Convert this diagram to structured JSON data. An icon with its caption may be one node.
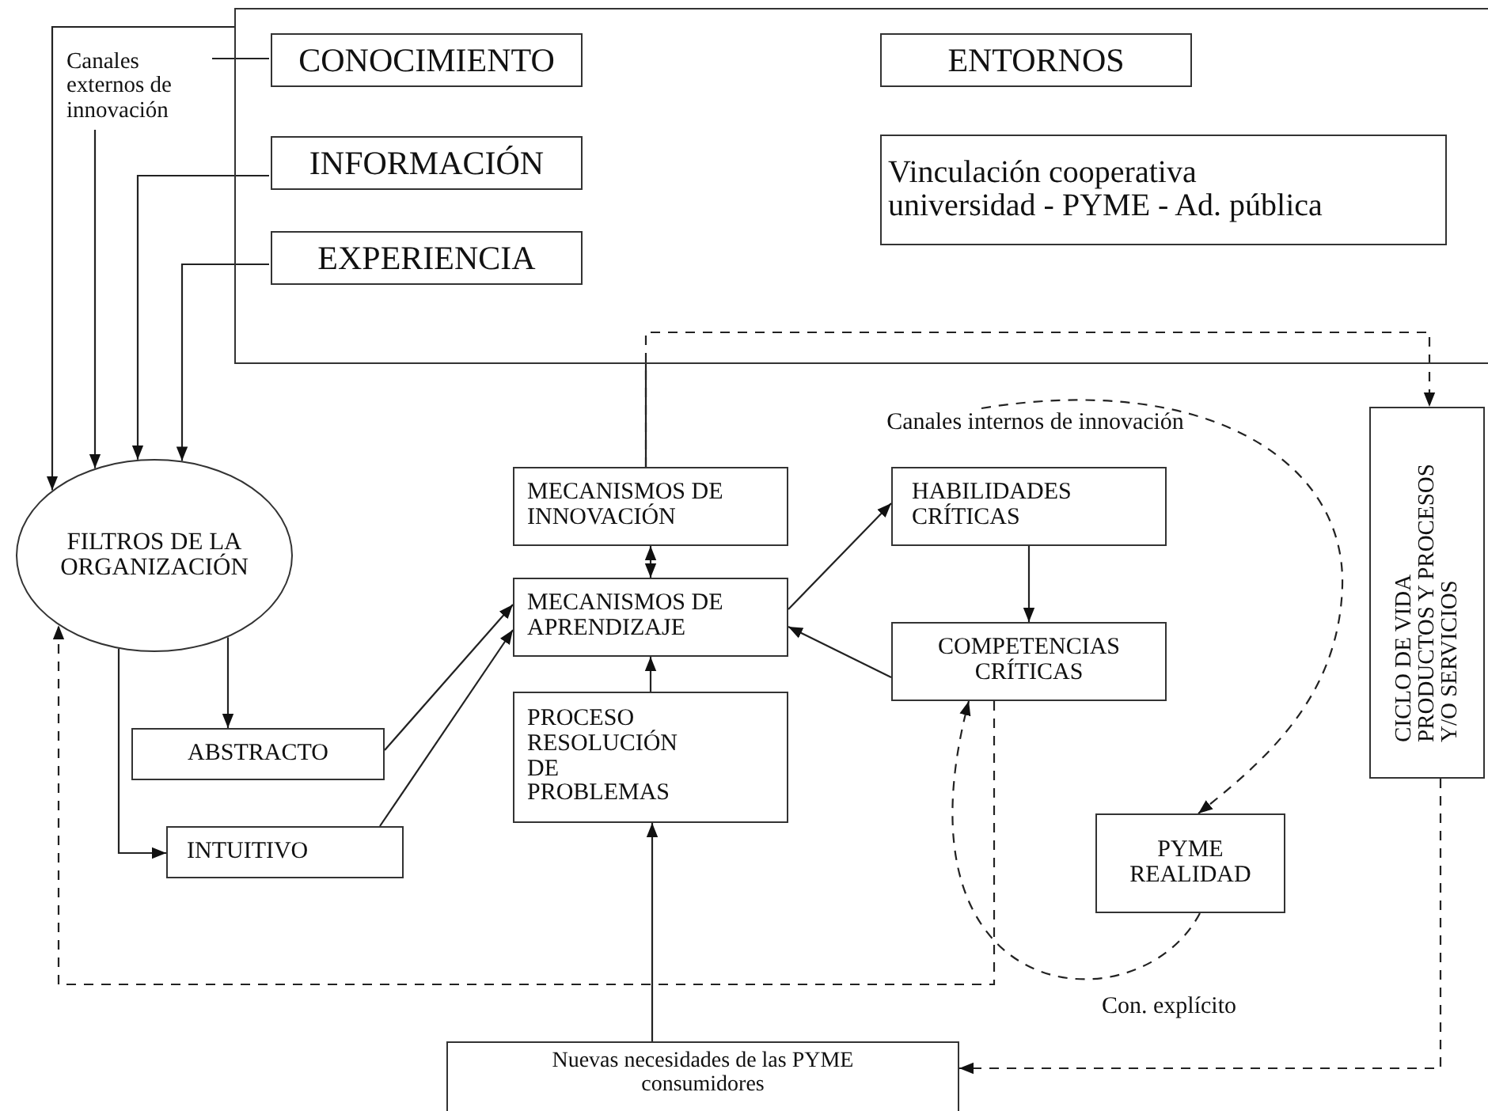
{
  "diagram": {
    "nodes": [
      {
        "text": [],
        "shape": "box"
      },
      {
        "text": [
          "CONOCIMIENTO"
        ],
        "in": 0
      },
      {
        "text": [
          "INFORMACIÓN"
        ],
        "in": 0
      },
      {
        "text": [
          "EXPERIENCIA"
        ],
        "in": 0
      },
      {
        "text": [
          "ENTORNOS"
        ],
        "in": 0
      },
      {
        "text": [
          "Vinculación cooperativa universidad - PYME - Ad. pública"
        ],
        "in": 0
      },
      {
        "text": [
          "Canales externos de innovación"
        ]
      },
      {
        "text": [
          "FILTROS DE LA ORGANIZACIÓN"
        ]
      },
      {
        "text": [
          "ABSTRACTO"
        ]
      },
      {
        "text": [
          "INTUITIVO"
        ]
      },
      {
        "text": [
          "MECANISMOS DE INNOVACIÓN"
        ]
      },
      {
        "text": [
          "MECANISMOS DE APRENDIZAJE"
        ]
      },
      {
        "text": [
          "PROCESO RESOLUCIÓN DE PROBLEMAS"
        ]
      },
      {
        "text": [
          "HABILIDADES CRÍTICAS"
        ]
      },
      {
        "text": [
          "COMPETENCIAS CRÍTICAS"
        ]
      },
      {
        "text": [
          "Canales internos de innovación"
        ]
      },
      {
        "text": [
          "PYME",
          "REALIDAD"
        ]
      },
      {
        "text": [
          "CICLO DE VIDA PRODUCTOS Y PROCESOS Y/O SERVICIOS"
        ]
      },
      {
        "text": [
          "Nuevas necesidades de las PYME consumidores"
        ]
      }
    ],
    "edges": [
      {
        "from": 0,
        "to": 7,
        "arrow": "to"
      },
      {
        "from": 1,
        "to": 6,
        "arrow": "none"
      },
      {
        "from": 6,
        "to": 7,
        "arrow": "to"
      },
      {
        "from": 2,
        "to": 7,
        "arrow": "to"
      },
      {
        "from": 3,
        "to": 7,
        "arrow": "to"
      },
      {
        "from": 7,
        "to": 8,
        "arrow": "to"
      },
      {
        "from": 7,
        "to": 9,
        "arrow": "to"
      },
      {
        "from": 8,
        "to": 11,
        "arrow": "to"
      },
      {
        "from": 9,
        "to": 11,
        "arrow": "to"
      },
      {
        "from": 12,
        "to": 11,
        "arrow": "to"
      },
      {
        "from": 10,
        "to": 11,
        "arrow": "both"
      },
      {
        "from": 11,
        "to": 13,
        "arrow": "to"
      },
      {
        "from": 13,
        "to": 14,
        "arrow": "to"
      },
      {
        "from": 14,
        "to": 11,
        "arrow": "to"
      },
      {
        "from": 10,
        "to": 0,
        "arrow": "none"
      },
      {
        "from": 10,
        "to": 17,
        "arrow": "to",
        "style": "dashed"
      },
      {
        "from": 18,
        "to": 12,
        "arrow": "to"
      },
      {
        "from": 17,
        "to": 18,
        "arrow": "to",
        "style": "dashed"
      },
      {
        "from": 14,
        "to": 7,
        "arrow": "to",
        "style": "dashed"
      },
      {
        "from": 16,
        "to": 14,
        "arrow": "to",
        "style": "dashed",
        "label": "Con. explícito"
      },
      {
        "from": 15,
        "to": 16,
        "arrow": "to",
        "style": "dashed"
      }
    ]
  }
}
